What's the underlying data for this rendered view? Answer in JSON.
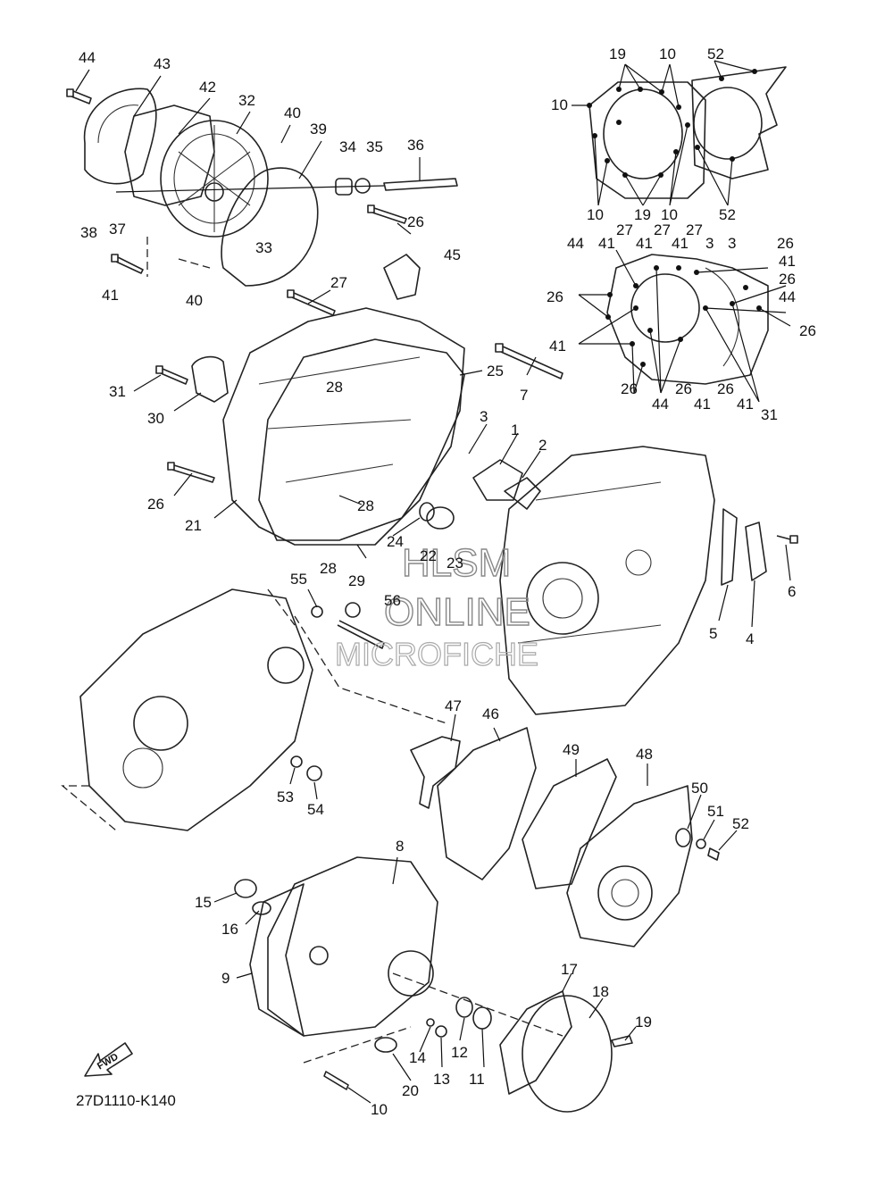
{
  "diagram_code": "27D1110-K140",
  "direction_marker": "FWD",
  "watermark": {
    "line1": "HLSM",
    "line2": "ONLINE",
    "line3": "MICROFICHE"
  },
  "callouts": [
    {
      "id": "c44a",
      "text": "44"
    },
    {
      "id": "c43",
      "text": "43"
    },
    {
      "id": "c42",
      "text": "42"
    },
    {
      "id": "c32",
      "text": "32"
    },
    {
      "id": "c40a",
      "text": "40"
    },
    {
      "id": "c39",
      "text": "39"
    },
    {
      "id": "c34",
      "text": "34"
    },
    {
      "id": "c35",
      "text": "35"
    },
    {
      "id": "c36",
      "text": "36"
    },
    {
      "id": "c38",
      "text": "38"
    },
    {
      "id": "c37",
      "text": "37"
    },
    {
      "id": "c33",
      "text": "33"
    },
    {
      "id": "c41a",
      "text": "41"
    },
    {
      "id": "c40b",
      "text": "40"
    },
    {
      "id": "c26a",
      "text": "26"
    },
    {
      "id": "c45",
      "text": "45"
    },
    {
      "id": "c27a",
      "text": "27"
    },
    {
      "id": "c25",
      "text": "25"
    },
    {
      "id": "c31a",
      "text": "31"
    },
    {
      "id": "c30",
      "text": "30"
    },
    {
      "id": "c28a",
      "text": "28"
    },
    {
      "id": "c7",
      "text": "7"
    },
    {
      "id": "c3a",
      "text": "3"
    },
    {
      "id": "c1",
      "text": "1"
    },
    {
      "id": "c2",
      "text": "2"
    },
    {
      "id": "c26b",
      "text": "26"
    },
    {
      "id": "c21",
      "text": "21"
    },
    {
      "id": "c28b",
      "text": "28"
    },
    {
      "id": "c24",
      "text": "24"
    },
    {
      "id": "c22",
      "text": "22"
    },
    {
      "id": "c23",
      "text": "23"
    },
    {
      "id": "c28c",
      "text": "28"
    },
    {
      "id": "c29",
      "text": "29"
    },
    {
      "id": "c55",
      "text": "55"
    },
    {
      "id": "c56",
      "text": "56"
    },
    {
      "id": "c6",
      "text": "6"
    },
    {
      "id": "c5",
      "text": "5"
    },
    {
      "id": "c4",
      "text": "4"
    },
    {
      "id": "c47",
      "text": "47"
    },
    {
      "id": "c46",
      "text": "46"
    },
    {
      "id": "c49",
      "text": "49"
    },
    {
      "id": "c48",
      "text": "48"
    },
    {
      "id": "c53",
      "text": "53"
    },
    {
      "id": "c54",
      "text": "54"
    },
    {
      "id": "c50",
      "text": "50"
    },
    {
      "id": "c51",
      "text": "51"
    },
    {
      "id": "c52a",
      "text": "52"
    },
    {
      "id": "c8",
      "text": "8"
    },
    {
      "id": "c15",
      "text": "15"
    },
    {
      "id": "c16",
      "text": "16"
    },
    {
      "id": "c9",
      "text": "9"
    },
    {
      "id": "c17",
      "text": "17"
    },
    {
      "id": "c18",
      "text": "18"
    },
    {
      "id": "c19a",
      "text": "19"
    },
    {
      "id": "c14",
      "text": "14"
    },
    {
      "id": "c13",
      "text": "13"
    },
    {
      "id": "c12",
      "text": "12"
    },
    {
      "id": "c11",
      "text": "11"
    },
    {
      "id": "c20",
      "text": "20"
    },
    {
      "id": "c10a",
      "text": "10"
    },
    {
      "id": "t19a",
      "text": "19"
    },
    {
      "id": "t10a",
      "text": "10"
    },
    {
      "id": "t52a",
      "text": "52"
    },
    {
      "id": "t10b",
      "text": "10"
    },
    {
      "id": "t10c",
      "text": "10"
    },
    {
      "id": "t19b",
      "text": "19"
    },
    {
      "id": "t10d",
      "text": "10"
    },
    {
      "id": "t52b",
      "text": "52"
    },
    {
      "id": "t44a",
      "text": "44"
    },
    {
      "id": "t41a",
      "text": "41"
    },
    {
      "id": "t27a",
      "text": "27"
    },
    {
      "id": "t41b",
      "text": "41"
    },
    {
      "id": "t27b",
      "text": "27"
    },
    {
      "id": "t41c",
      "text": "41"
    },
    {
      "id": "t27c",
      "text": "27"
    },
    {
      "id": "t3a",
      "text": "3"
    },
    {
      "id": "t3b",
      "text": "3"
    },
    {
      "id": "t26a",
      "text": "26"
    },
    {
      "id": "t41d",
      "text": "41"
    },
    {
      "id": "t26b",
      "text": "26"
    },
    {
      "id": "t26c",
      "text": "26"
    },
    {
      "id": "t44b",
      "text": "44"
    },
    {
      "id": "t26d",
      "text": "26"
    },
    {
      "id": "t41e",
      "text": "41"
    },
    {
      "id": "t26e",
      "text": "26"
    },
    {
      "id": "t44c",
      "text": "44"
    },
    {
      "id": "t26f",
      "text": "26"
    },
    {
      "id": "t41f",
      "text": "41"
    },
    {
      "id": "t26g",
      "text": "26"
    },
    {
      "id": "t41g",
      "text": "41"
    },
    {
      "id": "t31",
      "text": "31"
    }
  ]
}
